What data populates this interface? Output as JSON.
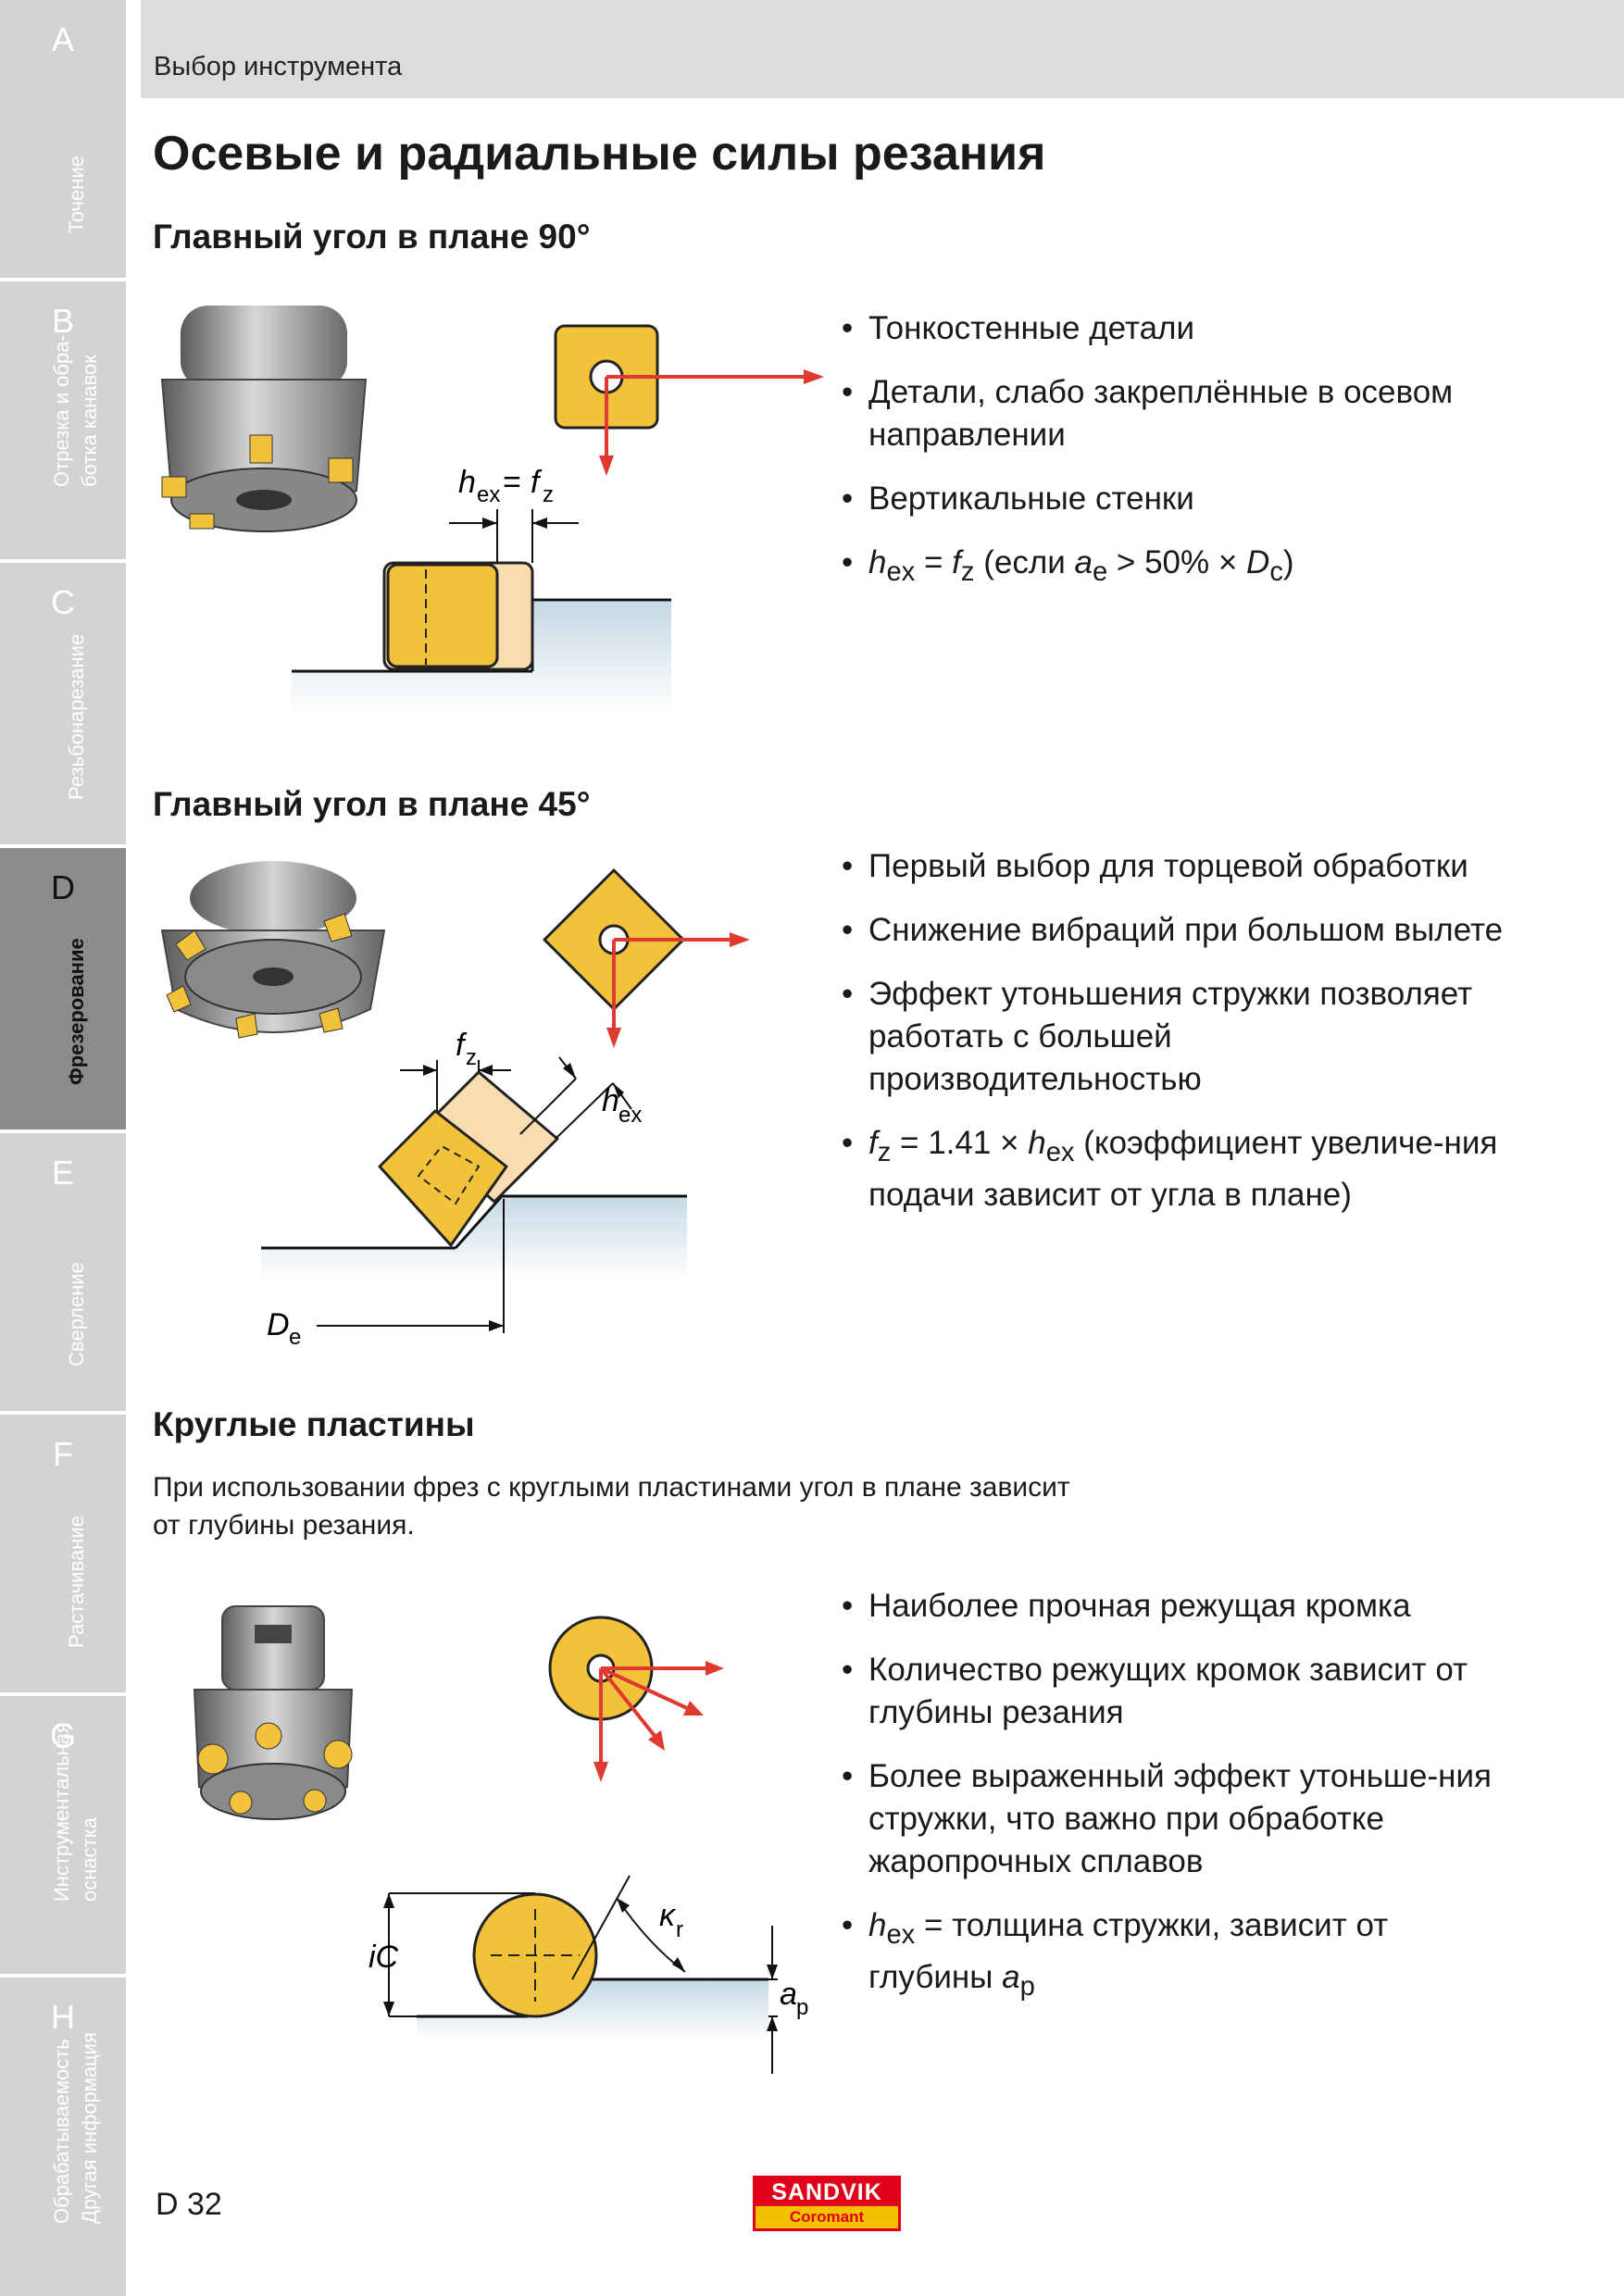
{
  "sidebar": [
    {
      "letter": "A",
      "label": "Точение"
    },
    {
      "letter": "B",
      "label": "Отрезка и обра-\nботка канавок"
    },
    {
      "letter": "C",
      "label": "Резьбонарезание"
    },
    {
      "letter": "D",
      "label": "Фрезерование"
    },
    {
      "letter": "E",
      "label": "Сверление"
    },
    {
      "letter": "F",
      "label": "Растачивание"
    },
    {
      "letter": "G",
      "label": "Инструментальная\nоснастка"
    },
    {
      "letter": "H",
      "label": "Обрабатываемость\nДругая информация"
    }
  ],
  "header": {
    "section": "Выбор инструмента"
  },
  "title": "Осевые и радиальные силы резания",
  "sections": [
    {
      "heading": "Главный угол в плане 90°",
      "labels": {
        "formula_lhs": "h",
        "formula_sub": "ex",
        "formula_eq": " = ",
        "formula_rhs": "f",
        "formula_rhs_sub": "z"
      },
      "bullets": [
        "Тонкостенные детали",
        "Детали, слабо закреплённые в осевом направлении",
        "Вертикальные стенки"
      ],
      "formula_bullet": {
        "a": "h",
        "a_sub": "ex",
        "b": " = ",
        "c": "f",
        "c_sub": "z",
        "d": " (если ",
        "e": "a",
        "e_sub": "e",
        "f": " > 50% × ",
        "g": "D",
        "g_sub": "c",
        "h": ")"
      }
    },
    {
      "heading": "Главный угол в плане 45°",
      "labels": {
        "fz": "f",
        "fz_sub": "z",
        "hex": "h",
        "hex_sub": "ex",
        "de": "D",
        "de_sub": "e"
      },
      "bullets": [
        "Первый выбор для торцевой обработки",
        "Снижение вибраций при большом вылете",
        "Эффект утоньшения стружки позволяет работать с большей производительностью"
      ],
      "formula_bullet": {
        "a": "f",
        "a_sub": "z",
        "b": " = 1.41 × ",
        "c": "h",
        "c_sub": "ex",
        "d": " (коэффициент увеличе-ния подачи зависит от угла в плане)"
      }
    },
    {
      "heading": "Круглые пластины",
      "intro": "При использовании фрез с круглыми пластинами угол в плане зависит от глубины резания.",
      "labels": {
        "ic": "iC",
        "kr": "κ",
        "kr_sub": "r",
        "ap": "a",
        "ap_sub": "p"
      },
      "bullets": [
        "Наиболее прочная режущая кромка",
        "Количество режущих кромок зависит от глубины резания",
        "Более выраженный эффект утоньше-ния стружки, что важно при обработке жаропрочных сплавов"
      ],
      "formula_bullet": {
        "a": "h",
        "a_sub": "ex",
        "b": " = толщина стружки, зависит от глубины ",
        "c": "a",
        "c_sub": "p"
      }
    }
  ],
  "footer": {
    "page": "D 32",
    "logo_top": "SANDVIK",
    "logo_bottom": "Coromant"
  },
  "colors": {
    "insert": "#f2c23a",
    "insert_light": "#f7ddb0",
    "arrow": "#e03a2e",
    "sidebar": "#d3d3d5",
    "sidebar_active": "#8c8c8e",
    "header": "#dcdcde",
    "shadow": "#c2d6e2"
  }
}
